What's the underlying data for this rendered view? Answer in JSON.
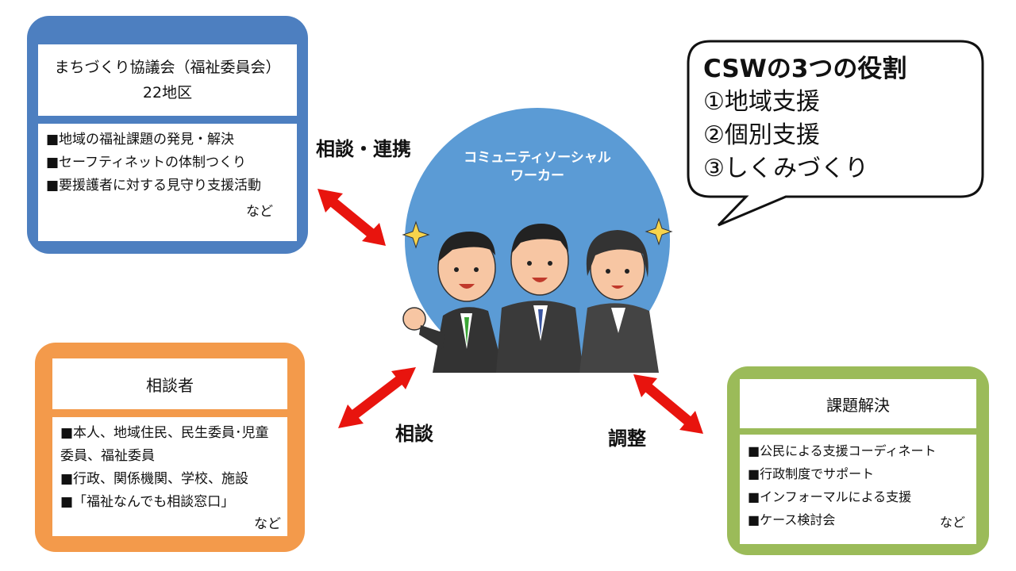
{
  "region_box": {
    "title_line1": "まちづくり協議会（福祉委員会）",
    "title_line2": "22地区",
    "items": [
      "■地域の福祉課題の発見・解決",
      "■セーフティネットの体制つくり",
      "■要援護者に対する見守り支援活動"
    ],
    "etc": "など"
  },
  "consultant_box": {
    "title": "相談者",
    "items": [
      "■本人、地域住民、民生委員･児童委員、福祉委員",
      "■行政、関係機関、学校、施設",
      "■「福祉なんでも相談窓口」"
    ],
    "etc": "など"
  },
  "solution_box": {
    "title": "課題解決",
    "items": [
      "■公民による支援コーディネート",
      "■行政制度でサポート",
      "■インフォーマルによる支援",
      "■ケース検討会"
    ],
    "etc": "など"
  },
  "center": {
    "label_line1": "コミュニティソーシャル",
    "label_line2": "ワーカー"
  },
  "arrows": {
    "top_left": "相談・連携",
    "bottom_left": "相談",
    "bottom_right": "調整"
  },
  "bubble": {
    "title": "CSWの3つの役割",
    "roles": [
      "①地域支援",
      "②個別支援",
      "③しくみづくり"
    ]
  },
  "colors": {
    "blue": "#4d7fc0",
    "orange": "#f39a4b",
    "green": "#9bbb59",
    "circle": "#5b9bd5",
    "arrow": "#e8140e"
  }
}
